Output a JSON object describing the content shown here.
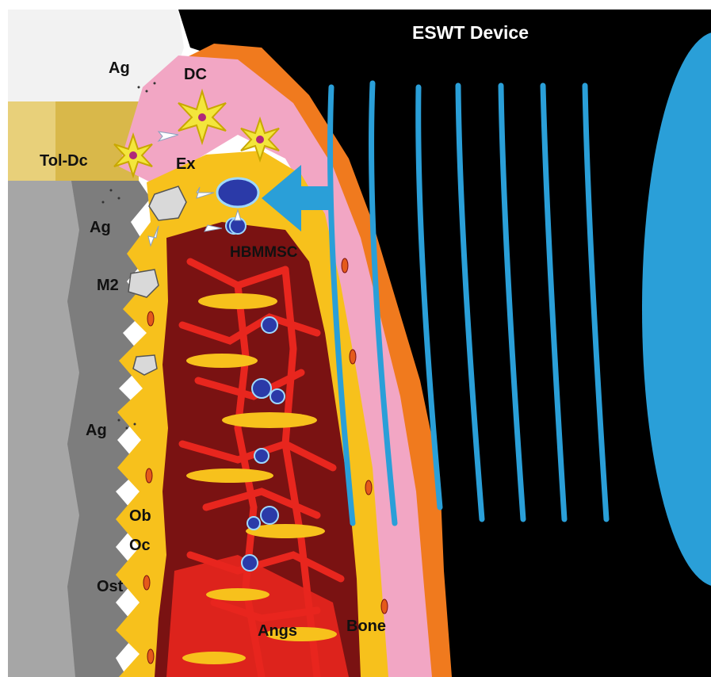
{
  "title": "ESWT Device",
  "labels": {
    "ag_top": "Ag",
    "dc": "DC",
    "tol_dc": "Tol-Dc",
    "ex": "Ex",
    "ag_mid": "Ag",
    "hbmmsc": "HBMMSC",
    "m2": "M2",
    "ag_low": "Ag",
    "ob": "Ob",
    "oc": "Oc",
    "ost": "Ost",
    "angs": "Angs",
    "bone": "Bone"
  },
  "colors": {
    "background_black": "#000000",
    "device_blue": "#2a9fd8",
    "periosteum_orange": "#f07a1e",
    "tissue_pink": "#f2a6c4",
    "bone_yellow": "#f7c11c",
    "marrow_dark": "#7a1212",
    "vessel_red": "#e8261e",
    "implant_gray": "#8f8f8f",
    "implant_gold": "#d9b84a",
    "dc_yellow": "#f3e63c"
  },
  "icons": [
    "arrow-icon",
    "dendritic-cell-icon",
    "macrophage-icon",
    "stem-cell-icon",
    "shockwave-icon"
  ]
}
